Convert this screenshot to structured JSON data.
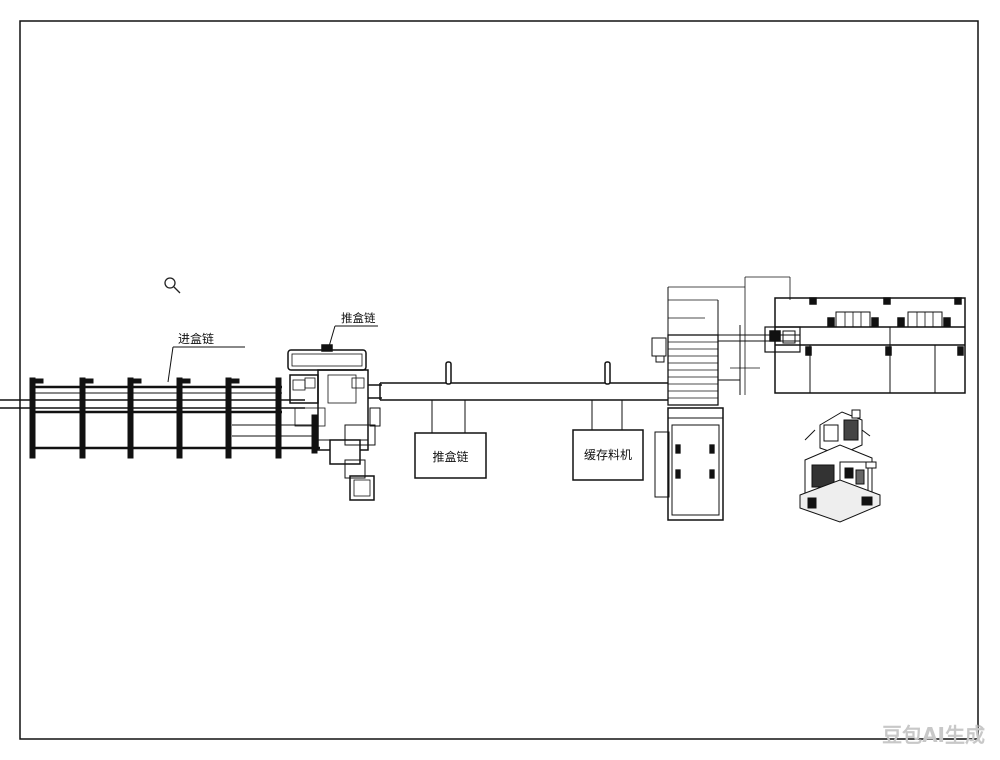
{
  "labels": {
    "infeed_chain": "进盒链",
    "push_chain_top": "推盒链",
    "push_chain_box": "推盒链",
    "buffer_machine": "缓存料机"
  },
  "watermark": "豆包AI生成",
  "colors": {
    "line": "#111111",
    "background": "#ffffff",
    "watermark": "#c8c8c8"
  }
}
